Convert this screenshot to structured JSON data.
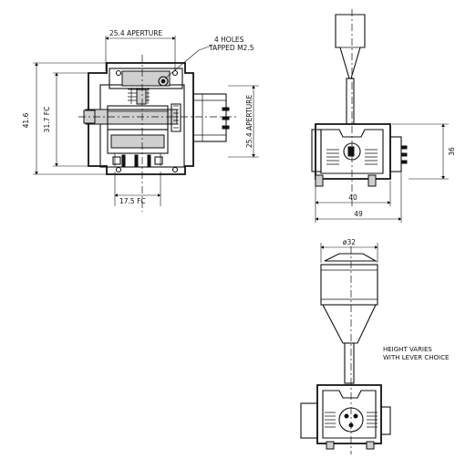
{
  "dimensions": {
    "aperture_top": "25.4 APERTURE",
    "holes_line1": "4 HOLES",
    "holes_line2": "TAPPED M2.5",
    "height_outer": "41.6",
    "height_fc": "31.7 FC",
    "aperture_right": "25.4 APERTURE",
    "width_fc": "17.5 FC",
    "side_height": "36",
    "side_width_inner": "40",
    "side_width_outer": "49",
    "diameter": "ø32",
    "height_note_line1": "HEIGHT VARIES",
    "height_note_line2": "WITH LEVER CHOICE"
  }
}
